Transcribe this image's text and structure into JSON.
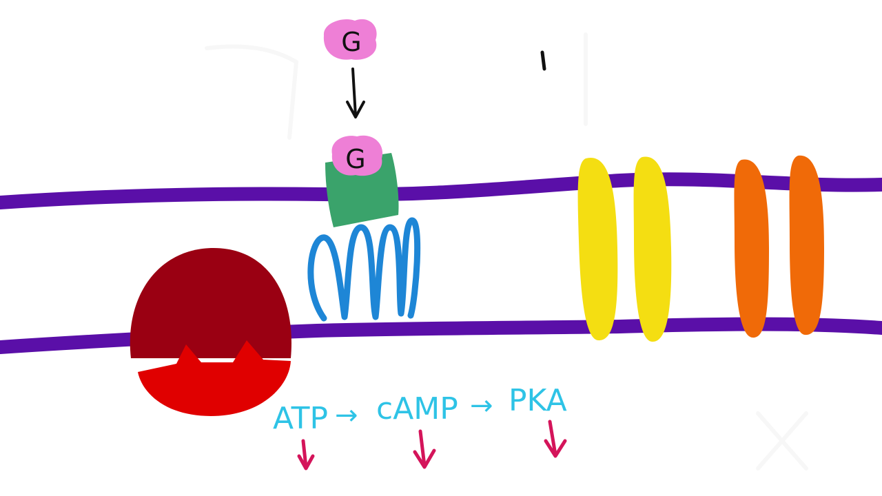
{
  "diagram": {
    "hormone_label_free": "G",
    "hormone_label_bound": "G",
    "pathway": {
      "atp": "ATP",
      "arrow_1": "→",
      "camp": "cAMP",
      "arrow_2": "→",
      "pka": "PKA"
    }
  },
  "colors": {
    "membrane": "#5a0fa8",
    "hormone": "#ee7fd6",
    "receptor_head": "#3aa36b",
    "receptor_coils": "#1e86d6",
    "enzyme_dark": "#9a0012",
    "enzyme_light": "#e00000",
    "channel_yellow": "#f4de12",
    "channel_orange": "#f06a08",
    "pathway_text": "#2ec3e6",
    "down_arrows": "#d4145a",
    "ink": "#111111"
  }
}
